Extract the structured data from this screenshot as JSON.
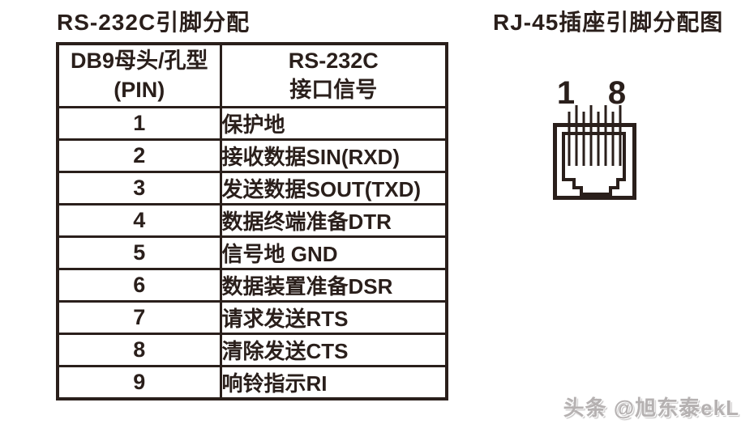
{
  "page": {
    "left_title": "RS-232C引脚分配",
    "right_title": "RJ-45插座引脚分配图",
    "watermark": "头条 @旭东泰ekL"
  },
  "colors": {
    "ink": "#2a1f1b",
    "watermark_gray": "#b5b1b1",
    "background": "#ffffff"
  },
  "table": {
    "header": {
      "col1_line1": "DB9母头/孔型",
      "col1_line2": "(PIN)",
      "col2_line1": "RS-232C",
      "col2_line2": "接口信号"
    },
    "rows": [
      {
        "pin": "1",
        "signal": "保护地"
      },
      {
        "pin": "2",
        "signal": "接收数据SIN(RXD)"
      },
      {
        "pin": "3",
        "signal": "发送数据SOUT(TXD)"
      },
      {
        "pin": "4",
        "signal": "数据终端准备DTR"
      },
      {
        "pin": "5",
        "signal": "信号地 GND"
      },
      {
        "pin": "6",
        "signal": "数据装置准备DSR"
      },
      {
        "pin": "7",
        "signal": "请求发送RTS"
      },
      {
        "pin": "8",
        "signal": "清除发送CTS"
      },
      {
        "pin": "9",
        "signal": "响铃指示RI"
      }
    ]
  },
  "rj45": {
    "pin_label_first": "1",
    "pin_label_last": "8",
    "pin_count": 8
  }
}
